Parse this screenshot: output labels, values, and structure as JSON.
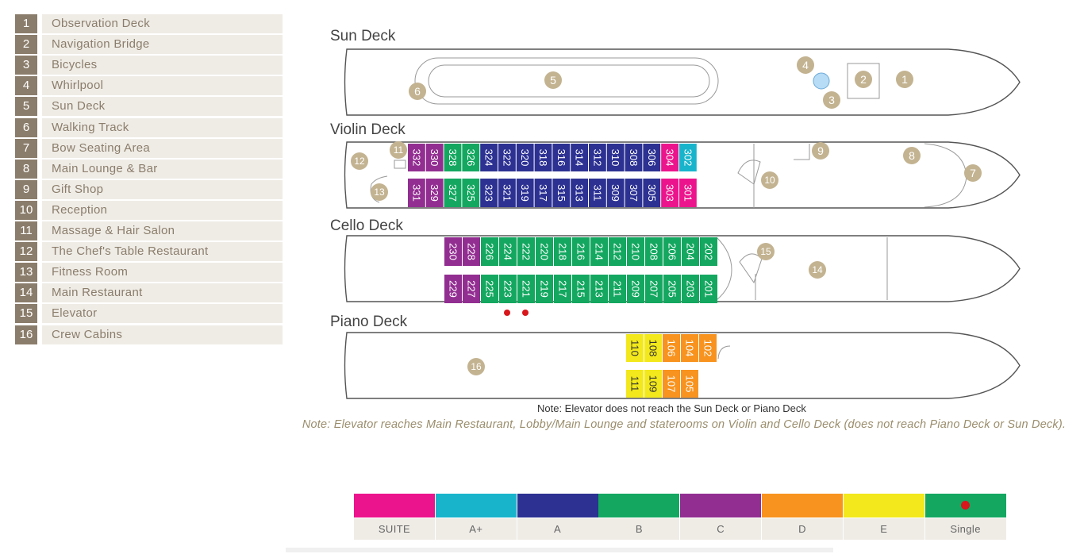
{
  "legend": [
    {
      "num": "1",
      "label": "Observation Deck"
    },
    {
      "num": "2",
      "label": "Navigation Bridge"
    },
    {
      "num": "3",
      "label": "Bicycles"
    },
    {
      "num": "4",
      "label": "Whirlpool"
    },
    {
      "num": "5",
      "label": "Sun Deck"
    },
    {
      "num": "6",
      "label": "Walking Track"
    },
    {
      "num": "7",
      "label": "Bow Seating Area"
    },
    {
      "num": "8",
      "label": "Main Lounge & Bar"
    },
    {
      "num": "9",
      "label": "Gift Shop"
    },
    {
      "num": "10",
      "label": "Reception"
    },
    {
      "num": "11",
      "label": "Massage & Hair Salon"
    },
    {
      "num": "12",
      "label": "The Chef's Table Restaurant"
    },
    {
      "num": "13",
      "label": "Fitness Room"
    },
    {
      "num": "14",
      "label": "Main Restaurant"
    },
    {
      "num": "15",
      "label": "Elevator"
    },
    {
      "num": "16",
      "label": "Crew Cabins"
    }
  ],
  "decks": [
    {
      "name": "Sun Deck",
      "rows": [],
      "markers": [
        "1",
        "2",
        "3",
        "4",
        "5",
        "6"
      ]
    },
    {
      "name": "Violin Deck",
      "rows": [
        {
          "cabins": [
            {
              "n": "332",
              "c": "C"
            },
            {
              "n": "330",
              "c": "C"
            },
            {
              "n": "328",
              "c": "B"
            },
            {
              "n": "326",
              "c": "B"
            },
            {
              "n": "324",
              "c": "A"
            },
            {
              "n": "322",
              "c": "A"
            },
            {
              "n": "320",
              "c": "A"
            },
            {
              "n": "318",
              "c": "A"
            },
            {
              "n": "316",
              "c": "A"
            },
            {
              "n": "314",
              "c": "A"
            },
            {
              "n": "312",
              "c": "A"
            },
            {
              "n": "310",
              "c": "A"
            },
            {
              "n": "308",
              "c": "A"
            },
            {
              "n": "306",
              "c": "A"
            },
            {
              "n": "304",
              "c": "SUITE"
            },
            {
              "n": "302",
              "c": "A+"
            }
          ]
        },
        {
          "cabins": [
            {
              "n": "331",
              "c": "C"
            },
            {
              "n": "329",
              "c": "C"
            },
            {
              "n": "327",
              "c": "B"
            },
            {
              "n": "325",
              "c": "B"
            },
            {
              "n": "323",
              "c": "A"
            },
            {
              "n": "321",
              "c": "A"
            },
            {
              "n": "319",
              "c": "A"
            },
            {
              "n": "317",
              "c": "A"
            },
            {
              "n": "315",
              "c": "A"
            },
            {
              "n": "313",
              "c": "A"
            },
            {
              "n": "311",
              "c": "A"
            },
            {
              "n": "309",
              "c": "A"
            },
            {
              "n": "307",
              "c": "A"
            },
            {
              "n": "305",
              "c": "A"
            },
            {
              "n": "303",
              "c": "SUITE"
            },
            {
              "n": "301",
              "c": "SUITE"
            }
          ]
        }
      ],
      "markers": [
        "7",
        "8",
        "9",
        "10",
        "11",
        "12",
        "13"
      ]
    },
    {
      "name": "Cello Deck",
      "rows": [
        {
          "cabins": [
            {
              "n": "230",
              "c": "C"
            },
            {
              "n": "228",
              "c": "C"
            },
            {
              "n": "226",
              "c": "B"
            },
            {
              "n": "224",
              "c": "B"
            },
            {
              "n": "222",
              "c": "B"
            },
            {
              "n": "220",
              "c": "B"
            },
            {
              "n": "218",
              "c": "B"
            },
            {
              "n": "216",
              "c": "B"
            },
            {
              "n": "214",
              "c": "B"
            },
            {
              "n": "212",
              "c": "B"
            },
            {
              "n": "210",
              "c": "B"
            },
            {
              "n": "208",
              "c": "B"
            },
            {
              "n": "206",
              "c": "B"
            },
            {
              "n": "204",
              "c": "B"
            },
            {
              "n": "202",
              "c": "B"
            }
          ]
        },
        {
          "cabins": [
            {
              "n": "229",
              "c": "C"
            },
            {
              "n": "227",
              "c": "C"
            },
            {
              "n": "225",
              "c": "B"
            },
            {
              "n": "223",
              "c": "B"
            },
            {
              "n": "221",
              "c": "B"
            },
            {
              "n": "219",
              "c": "B"
            },
            {
              "n": "217",
              "c": "B"
            },
            {
              "n": "215",
              "c": "B"
            },
            {
              "n": "213",
              "c": "B"
            },
            {
              "n": "211",
              "c": "B"
            },
            {
              "n": "209",
              "c": "B"
            },
            {
              "n": "207",
              "c": "B"
            },
            {
              "n": "205",
              "c": "B"
            },
            {
              "n": "203",
              "c": "B"
            },
            {
              "n": "201",
              "c": "B"
            }
          ]
        }
      ],
      "singles": [
        "223",
        "221"
      ],
      "markers": [
        "14",
        "15"
      ]
    },
    {
      "name": "Piano Deck",
      "rows": [
        {
          "cabins": [
            {
              "n": "110",
              "c": "E"
            },
            {
              "n": "108",
              "c": "E"
            },
            {
              "n": "106",
              "c": "D"
            },
            {
              "n": "104",
              "c": "D"
            },
            {
              "n": "102",
              "c": "D"
            }
          ]
        },
        {
          "cabins": [
            {
              "n": "111",
              "c": "E"
            },
            {
              "n": "109",
              "c": "E"
            },
            {
              "n": "107",
              "c": "D"
            },
            {
              "n": "105",
              "c": "D"
            }
          ]
        }
      ],
      "markers": [
        "16"
      ]
    }
  ],
  "notes": {
    "elevator_short": "Note: Elevator does not reach the Sun Deck or Piano Deck",
    "elevator_long": "Note: Elevator reaches Main Restaurant, Lobby/Main Lounge and staterooms on Violin and Cello Deck (does not reach Piano Deck or Sun Deck)."
  },
  "categories": [
    {
      "label": "SUITE",
      "color": "#ec148c"
    },
    {
      "label": "A+",
      "color": "#18b4cc"
    },
    {
      "label": "A",
      "color": "#2c3192"
    },
    {
      "label": "B",
      "color": "#14a760"
    },
    {
      "label": "C",
      "color": "#922e91"
    },
    {
      "label": "D",
      "color": "#f7931e"
    },
    {
      "label": "E",
      "color": "#f2e81c"
    },
    {
      "label": "Single",
      "color": "#14a760",
      "dot": "#d8161b"
    }
  ],
  "colors": {
    "marker": "#c3b391",
    "marker_text": "#ffffff",
    "hull": "#555555",
    "label": "#8b7d6b"
  }
}
